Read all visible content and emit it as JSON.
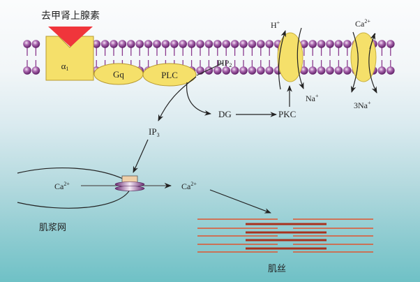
{
  "diagram": {
    "title": "去甲肾上腺素",
    "receptor": {
      "label": "α",
      "sub": "1"
    },
    "gq": "Gq",
    "plc": "PLC",
    "pip2": {
      "label": "PIP",
      "sub": "2"
    },
    "ip3": {
      "label": "IP",
      "sub": "3"
    },
    "dg": "DG",
    "pkc": "PKC",
    "h_ion": {
      "label": "H",
      "sup": "+"
    },
    "na_ion": {
      "label": "Na",
      "sup": "+"
    },
    "ca_exch": {
      "label": "Ca",
      "sup": "2+"
    },
    "na3": {
      "label": "3Na",
      "sup": "+"
    },
    "ca_sr": {
      "label": "Ca",
      "sup": "2+"
    },
    "ca_cyto": {
      "label": "Ca",
      "sup": "2+"
    },
    "sr_label": "肌浆网",
    "filament_label": "肌丝"
  },
  "colors": {
    "ligand": "#f0353b",
    "protein": "#f5e06a",
    "lipid": "#8a3a8e",
    "thin_filament": "#e0552f",
    "thick_filament": "#a8321e"
  }
}
